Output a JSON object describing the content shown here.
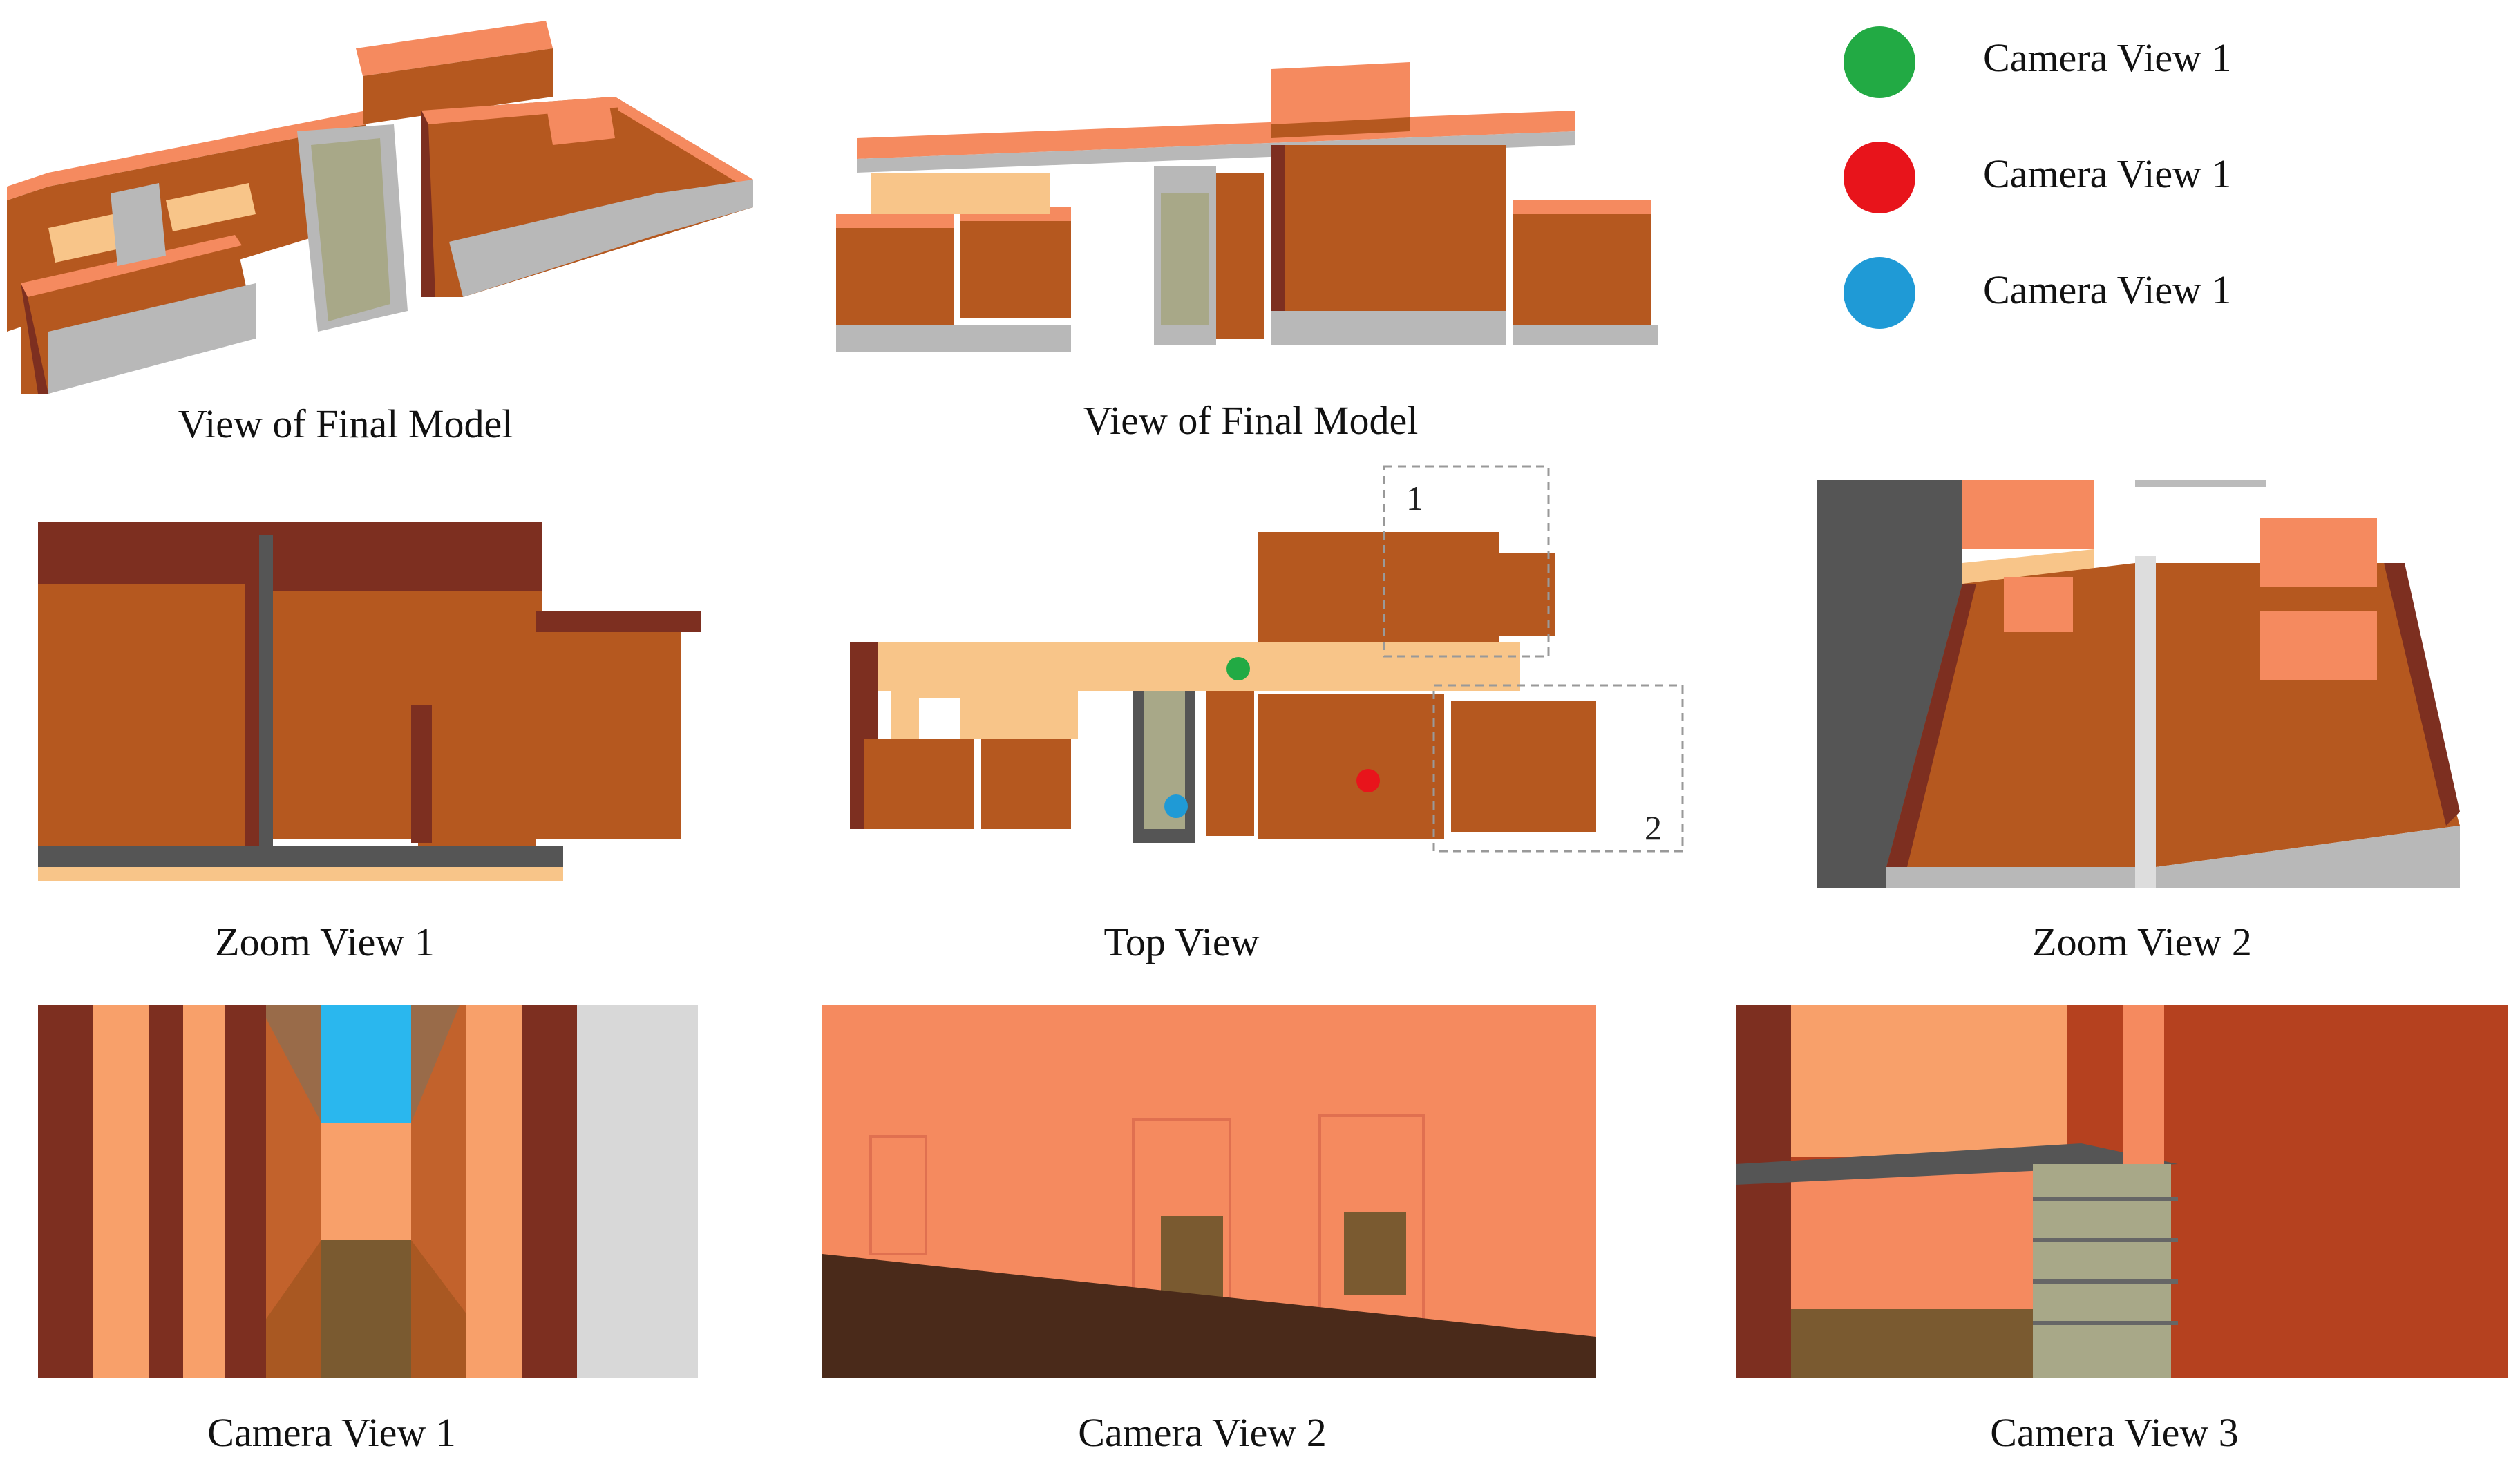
{
  "legend": [
    {
      "label": "Camera View 1",
      "color": "#22aa44"
    },
    {
      "label": "Camera View 1",
      "color": "#e8141b"
    },
    {
      "label": "Camera View 1",
      "color": "#1f9ad6"
    }
  ],
  "captions": {
    "final_model_1": "View of Final Model",
    "final_model_2": "View of Final Model",
    "zoom_view_1": "Zoom View 1",
    "top_view": "Top View",
    "zoom_view_2": "Zoom View 2",
    "camera_view_1": "Camera View 1",
    "camera_view_2": "Camera View 2",
    "camera_view_3": "Camera View 3"
  },
  "box_labels": {
    "box_1": "1",
    "box_2": "2"
  },
  "colors": {
    "wall_top": "#f58a5f",
    "floor": "#b5581f",
    "wall_dark": "#7d2f20",
    "wall_grey": "#b8b8b8",
    "corridor": "#f8c589",
    "sky": "#2ab7ee"
  }
}
